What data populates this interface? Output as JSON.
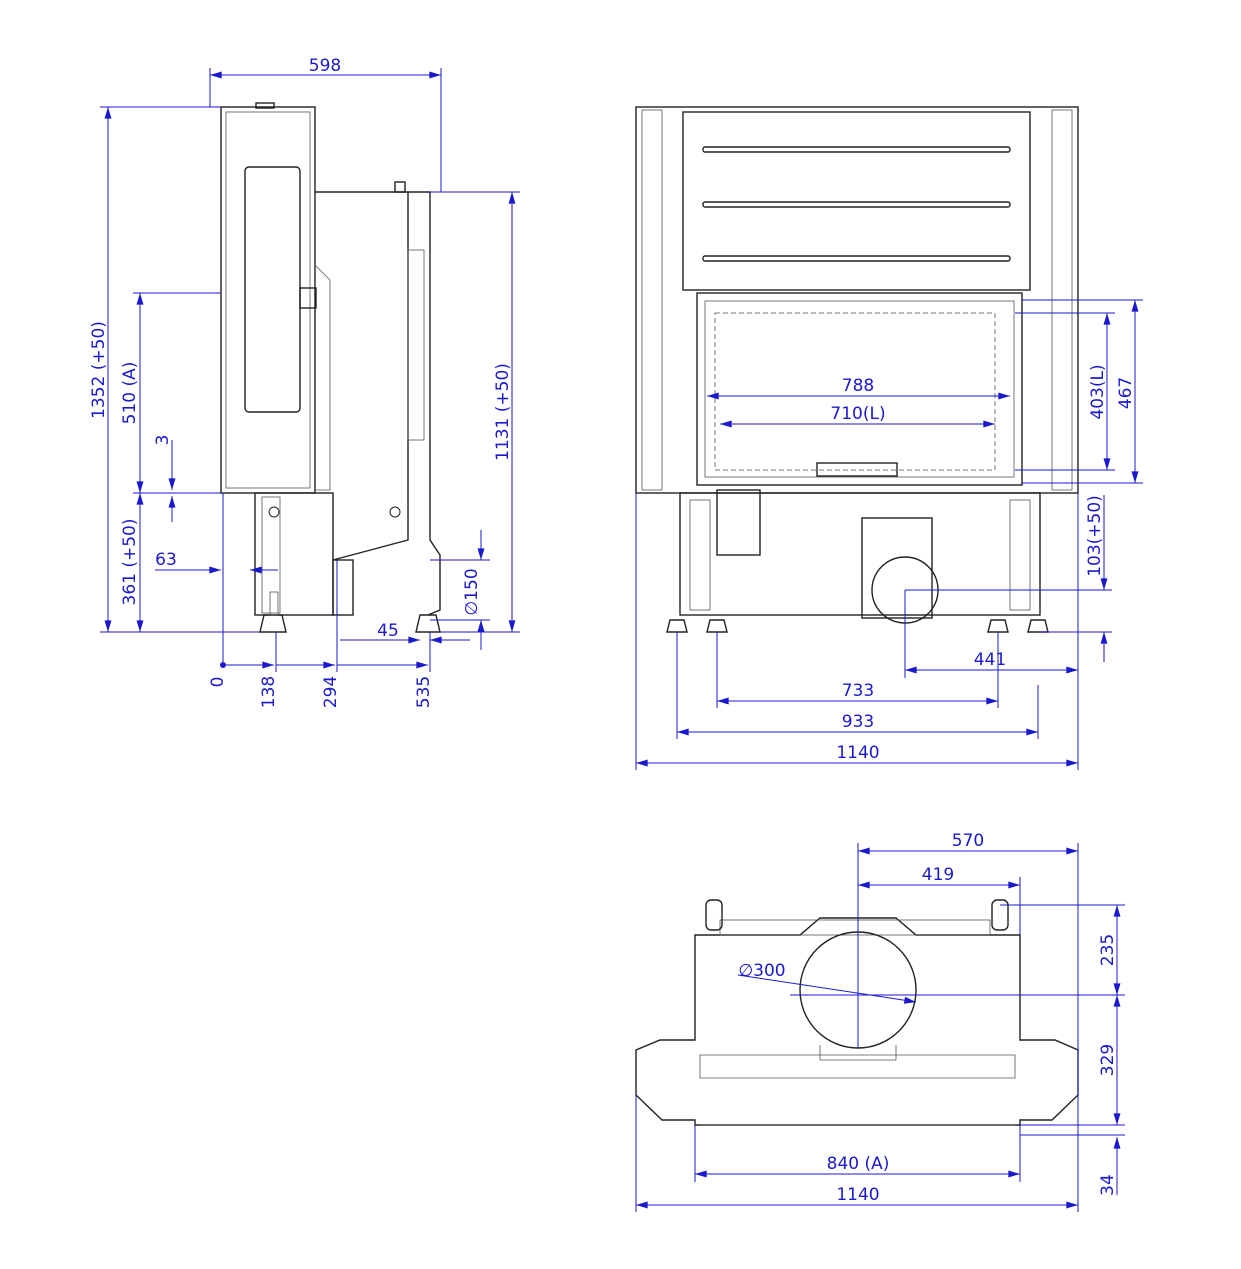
{
  "colors": {
    "dimension": "#1a1acc",
    "outline": "#222222"
  },
  "side_view": {
    "width_total": "598",
    "height_total": "1352 (+50)",
    "door_height": "510 (A)",
    "gap": "3",
    "base_height": "361 (+50)",
    "offset_63": "63",
    "flue_height": "1131 (+50)",
    "flue_diameter": "∅150",
    "offset_45": "45",
    "x0": "0",
    "x138": "138",
    "x294": "294",
    "x535": "535"
  },
  "front_view": {
    "opening_width": "788",
    "glass_width": "710(L)",
    "glass_height": "403(L)",
    "opening_height": "467",
    "air_inlet_height": "103(+50)",
    "air_inlet_offset": "441",
    "feet_inner": "733",
    "feet_outer": "933",
    "width_total": "1140"
  },
  "top_view": {
    "flue_offset_570": "570",
    "flue_offset_419": "419",
    "flue_diameter": "∅300",
    "depth_235": "235",
    "depth_329": "329",
    "depth_34": "34",
    "opening_width": "840 (A)",
    "width_total": "1140"
  }
}
